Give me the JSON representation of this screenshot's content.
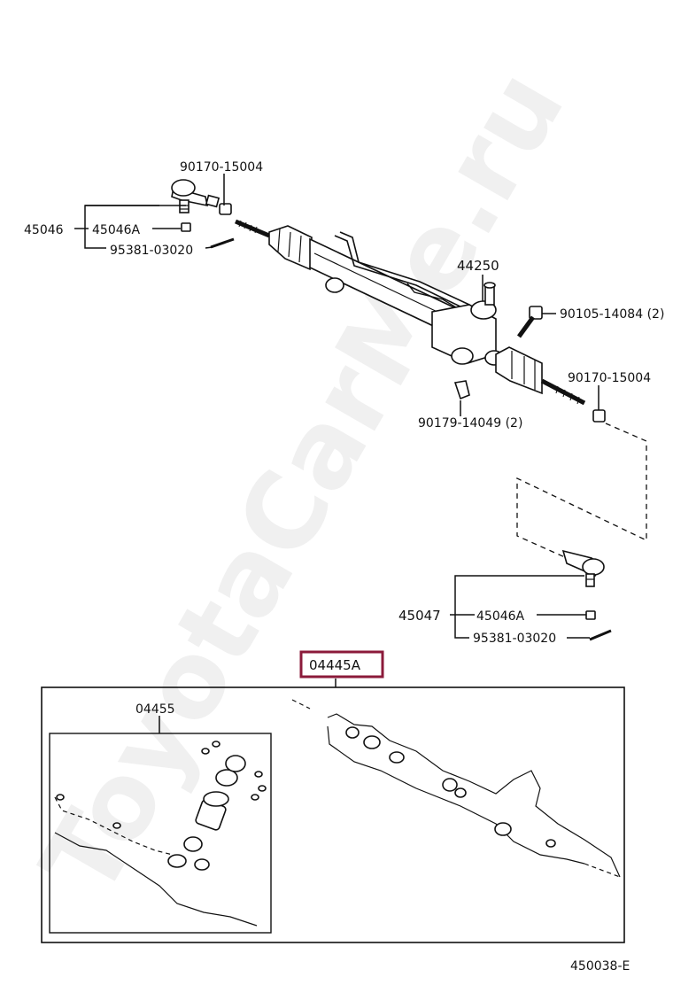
{
  "watermark": "ToyotaCarMe.ru",
  "diagram_code": "450038-E",
  "highlight_color": "#8b1a3a",
  "parts": {
    "p_90170_left": "90170-15004",
    "p_45046": "45046",
    "p_45046A_left": "45046A",
    "p_95381_left": "95381-03020",
    "p_44250": "44250",
    "p_90105": "90105-14084 (2)",
    "p_90170_right": "90170-15004",
    "p_90179": "90179-14049 (2)",
    "p_45047": "45047",
    "p_45046A_right": "45046A",
    "p_95381_right": "95381-03020",
    "p_04445A": "04445A",
    "p_04455": "04455"
  }
}
